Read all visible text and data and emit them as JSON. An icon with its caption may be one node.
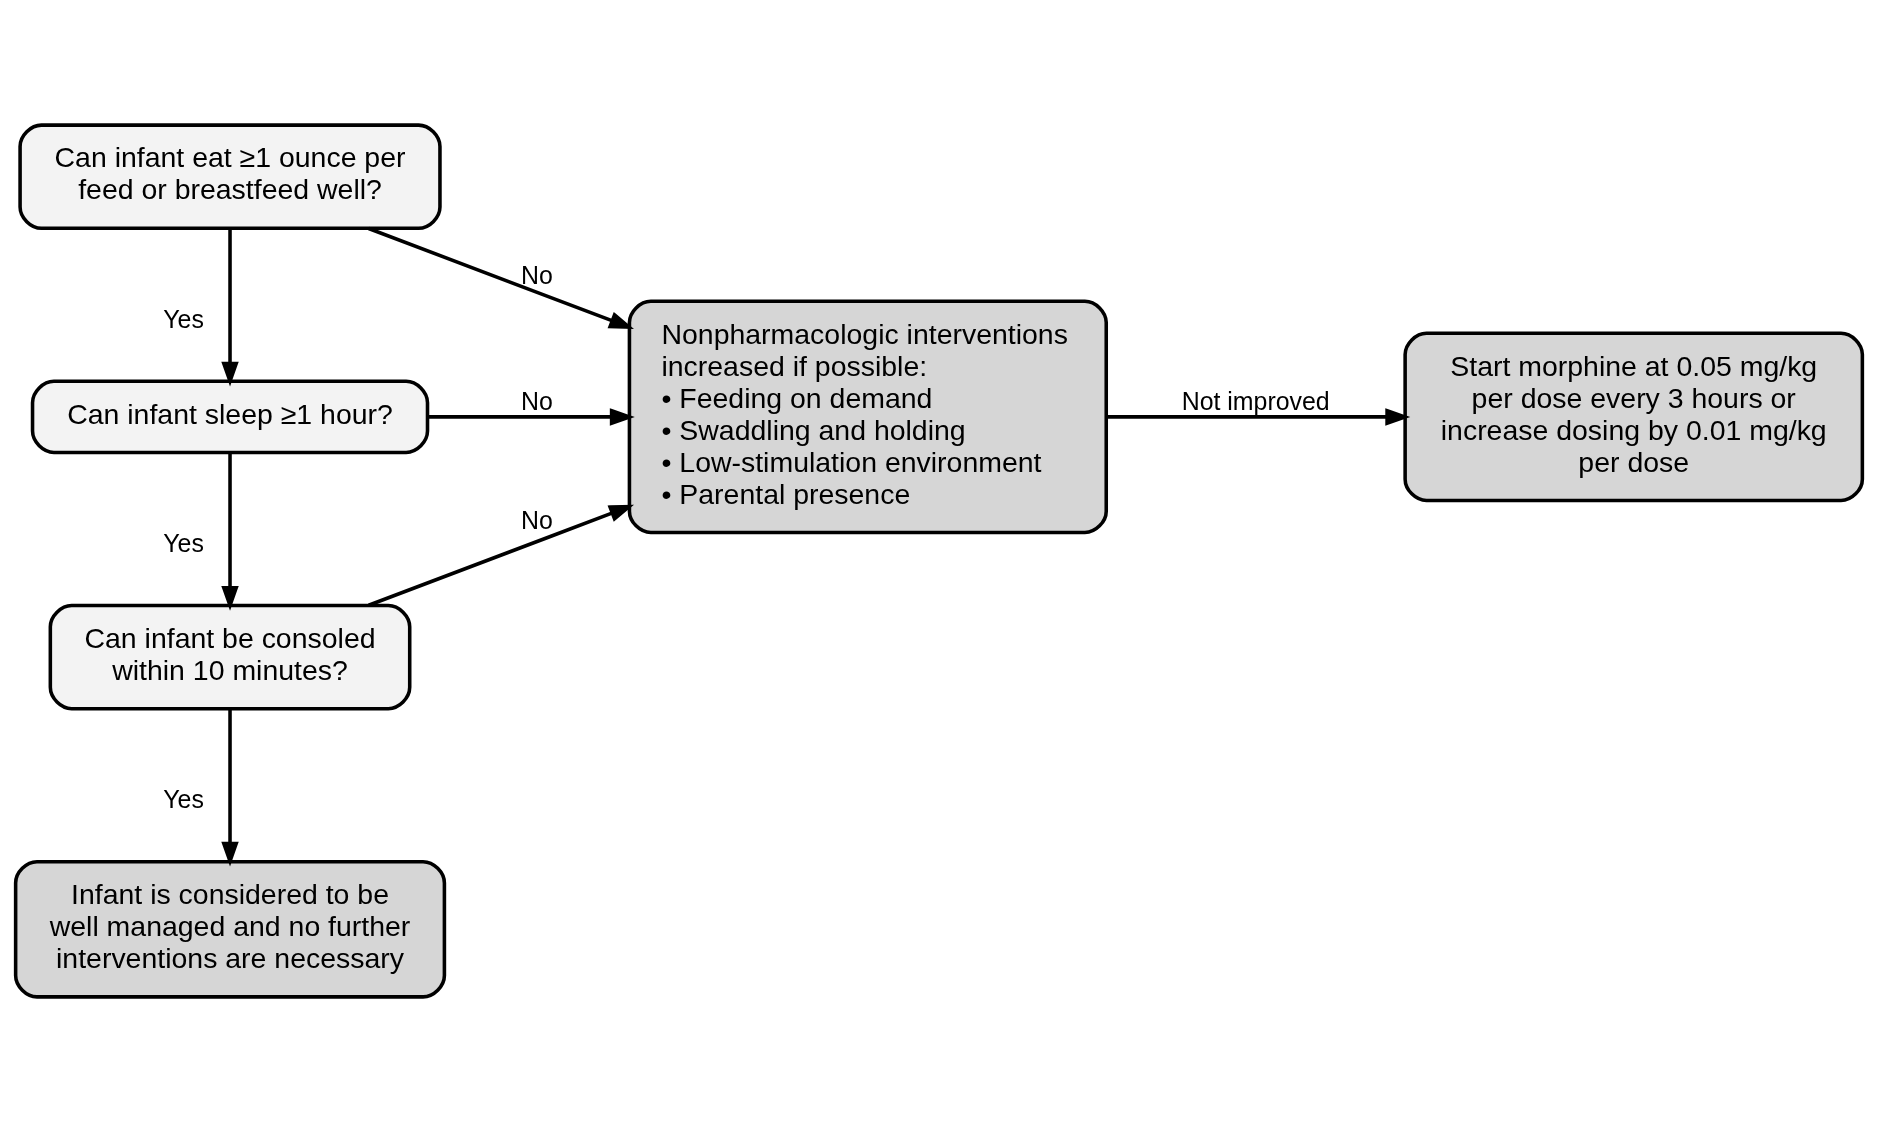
{
  "diagram": {
    "nodes": [
      {
        "text": [
          "Can infant eat ≥1 ounce per feed or breastfeed well?"
        ]
      },
      {
        "text": [
          "Can infant sleep ≥1 hour?"
        ]
      },
      {
        "text": [
          "Can infant be consoled within 10 minutes?"
        ]
      },
      {
        "text": [
          "Infant is considered to be well managed and no further interventions are necessary"
        ]
      },
      {
        "text": [
          "Nonpharmacologic interventions increased if possible:",
          "• Feeding on demand",
          "• Swaddling and holding",
          "• Low-stimulation environment",
          "• Parental presence"
        ]
      },
      {
        "text": [
          "Start morphine at 0.05 mg/kg per dose every 3 hours or increase dosing by 0.01 mg/kg per dose"
        ]
      }
    ],
    "edges": [
      {
        "from": 0,
        "to": 1,
        "arrow": "to",
        "label": "Yes"
      },
      {
        "from": 1,
        "to": 2,
        "arrow": "to",
        "label": "Yes"
      },
      {
        "from": 2,
        "to": 3,
        "arrow": "to",
        "label": "Yes"
      },
      {
        "from": 0,
        "to": 4,
        "arrow": "to",
        "label": "No"
      },
      {
        "from": 1,
        "to": 4,
        "arrow": "to",
        "label": "No"
      },
      {
        "from": 2,
        "to": 4,
        "arrow": "to",
        "label": "No"
      },
      {
        "from": 4,
        "to": 5,
        "arrow": "to",
        "label": "Not improved"
      }
    ]
  }
}
